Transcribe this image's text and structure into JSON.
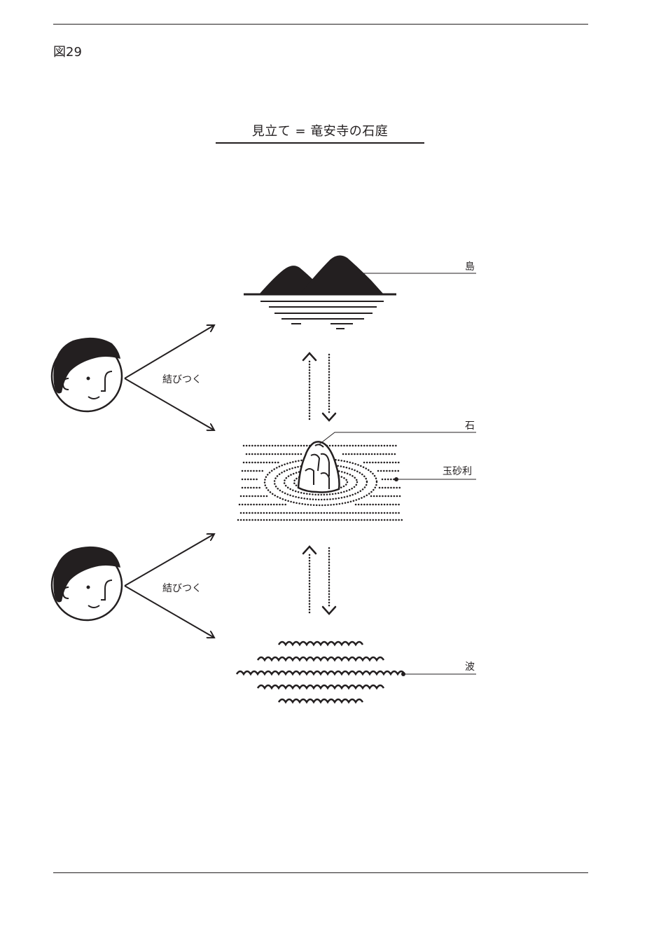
{
  "figure_number": "図29",
  "title": "見立て = 竜安寺の石庭",
  "labels": {
    "island": "島",
    "stone": "石",
    "gravel": "玉砂利",
    "wave": "波",
    "connect_top": "結びつく",
    "connect_bottom": "結びつく"
  },
  "colors": {
    "ink": "#231f20",
    "background": "#ffffff"
  }
}
